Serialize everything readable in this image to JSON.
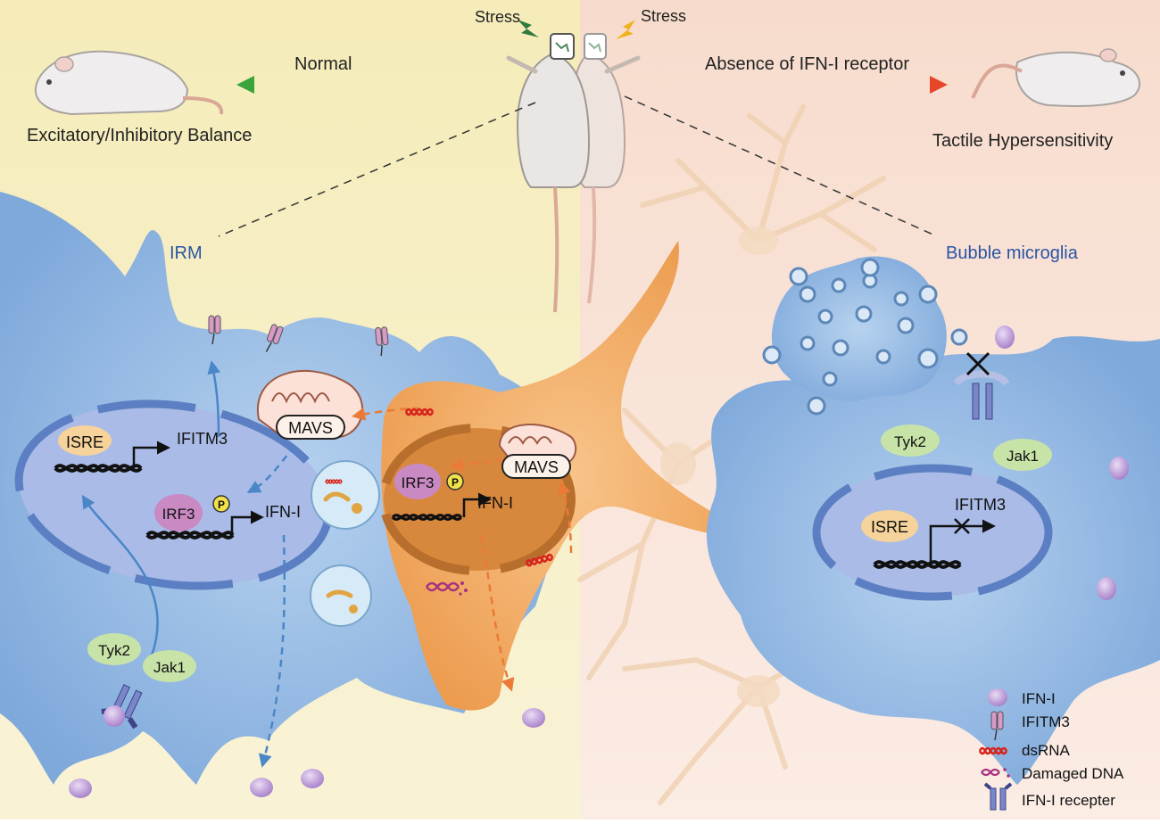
{
  "top": {
    "stress_left": "Stress",
    "stress_right": "Stress",
    "normal_label": "Normal",
    "absence_label": "Absence of IFN-I receptor",
    "left_outcome": "Excitatory/Inhibitory Balance",
    "right_outcome": "Tactile Hypersensitivity"
  },
  "cells": {
    "irm_label": "IRM",
    "bubble_label": "Bubble microglia"
  },
  "irm": {
    "isre": "ISRE",
    "ifitm3": "IFITM3",
    "irf3": "IRF3",
    "p": "P",
    "ifn": "IFN-I",
    "mavs": "MAVS",
    "tyk2": "Tyk2",
    "jak1": "Jak1"
  },
  "neuron": {
    "irf3": "IRF3",
    "p": "P",
    "ifn": "IFN-I",
    "mavs": "MAVS"
  },
  "bubble": {
    "tyk2": "Tyk2",
    "jak1": "Jak1",
    "isre": "ISRE",
    "ifitm3": "IFITM3"
  },
  "legend": {
    "ifn": "IFN-I",
    "ifitm3": "IFITM3",
    "dsrna": "dsRNA",
    "damaged_dna": "Damaged DNA",
    "receptor": "IFN-I recepter"
  },
  "colors": {
    "left_bg": "#f7f0c4",
    "right_bg": "#f8e3d8",
    "microglia": "#8fb8e3",
    "nucleus": "#a9bbe6",
    "neuron": "#f0a860",
    "ifn_particle": "#b48ed0",
    "dsrna": "#d6251e",
    "green_bubble": "#c8e3a8",
    "isre_bubble": "#f6d39a"
  }
}
